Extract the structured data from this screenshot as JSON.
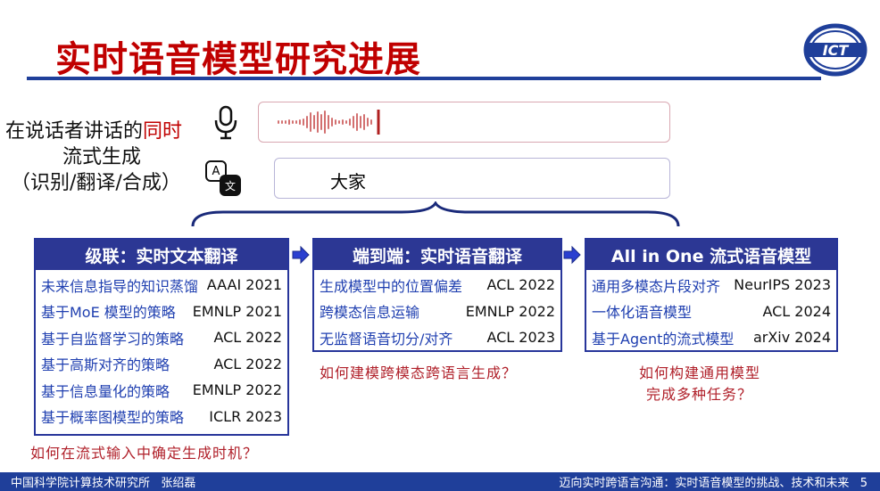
{
  "title": "实时语音模型研究进展",
  "logo_text": "ICT",
  "left_text": {
    "line1_a": "在说话者讲话的",
    "line1_b": "同时",
    "line2": "流式生成",
    "line3": "（识别/翻译/合成）"
  },
  "translate_icon": {
    "a": "A",
    "b": "文"
  },
  "output_text": "大家",
  "boxes": [
    {
      "title": "级联：实时文本翻译",
      "rows": [
        {
          "label": "未来信息指导的知识蒸馏",
          "venue": "AAAI 2021"
        },
        {
          "label": "基于MoE 模型的策略",
          "venue": "EMNLP 2021"
        },
        {
          "label": "基于自监督学习的策略",
          "venue": "ACL 2022"
        },
        {
          "label": "基于高斯对齐的策略",
          "venue": "ACL 2022"
        },
        {
          "label": "基于信息量化的策略",
          "venue": "EMNLP 2022"
        },
        {
          "label": "基于概率图模型的策略",
          "venue": "ICLR 2023"
        }
      ],
      "question": "如何在流式输入中确定生成时机？"
    },
    {
      "title": "端到端：实时语音翻译",
      "rows": [
        {
          "label": "生成模型中的位置偏差",
          "venue": "ACL 2022"
        },
        {
          "label": "跨模态信息运输",
          "venue": "EMNLP 2022"
        },
        {
          "label": "无监督语音切分/对齐",
          "venue": "ACL 2023"
        }
      ],
      "question": "如何建模跨模态跨语言生成？"
    },
    {
      "title": "All in One 流式语音模型",
      "rows": [
        {
          "label": "通用多模态片段对齐",
          "venue": "NeurIPS 2023"
        },
        {
          "label": "一体化语音模型",
          "venue": "ACL 2024"
        },
        {
          "label": "基于Agent的流式模型",
          "venue": "arXiv 2024"
        }
      ],
      "question_lines": [
        "如何构建通用模型",
        "完成多种任务？"
      ]
    }
  ],
  "footer": {
    "left": "中国科学院计算技术研究所   张绍磊",
    "right": "迈向实时跨语言沟通：实时语音模型的挑战、技术和未来   5"
  },
  "colors": {
    "title": "#c00000",
    "primary": "#2c3794",
    "link": "#1f3fb0",
    "question": "#b0202a"
  }
}
